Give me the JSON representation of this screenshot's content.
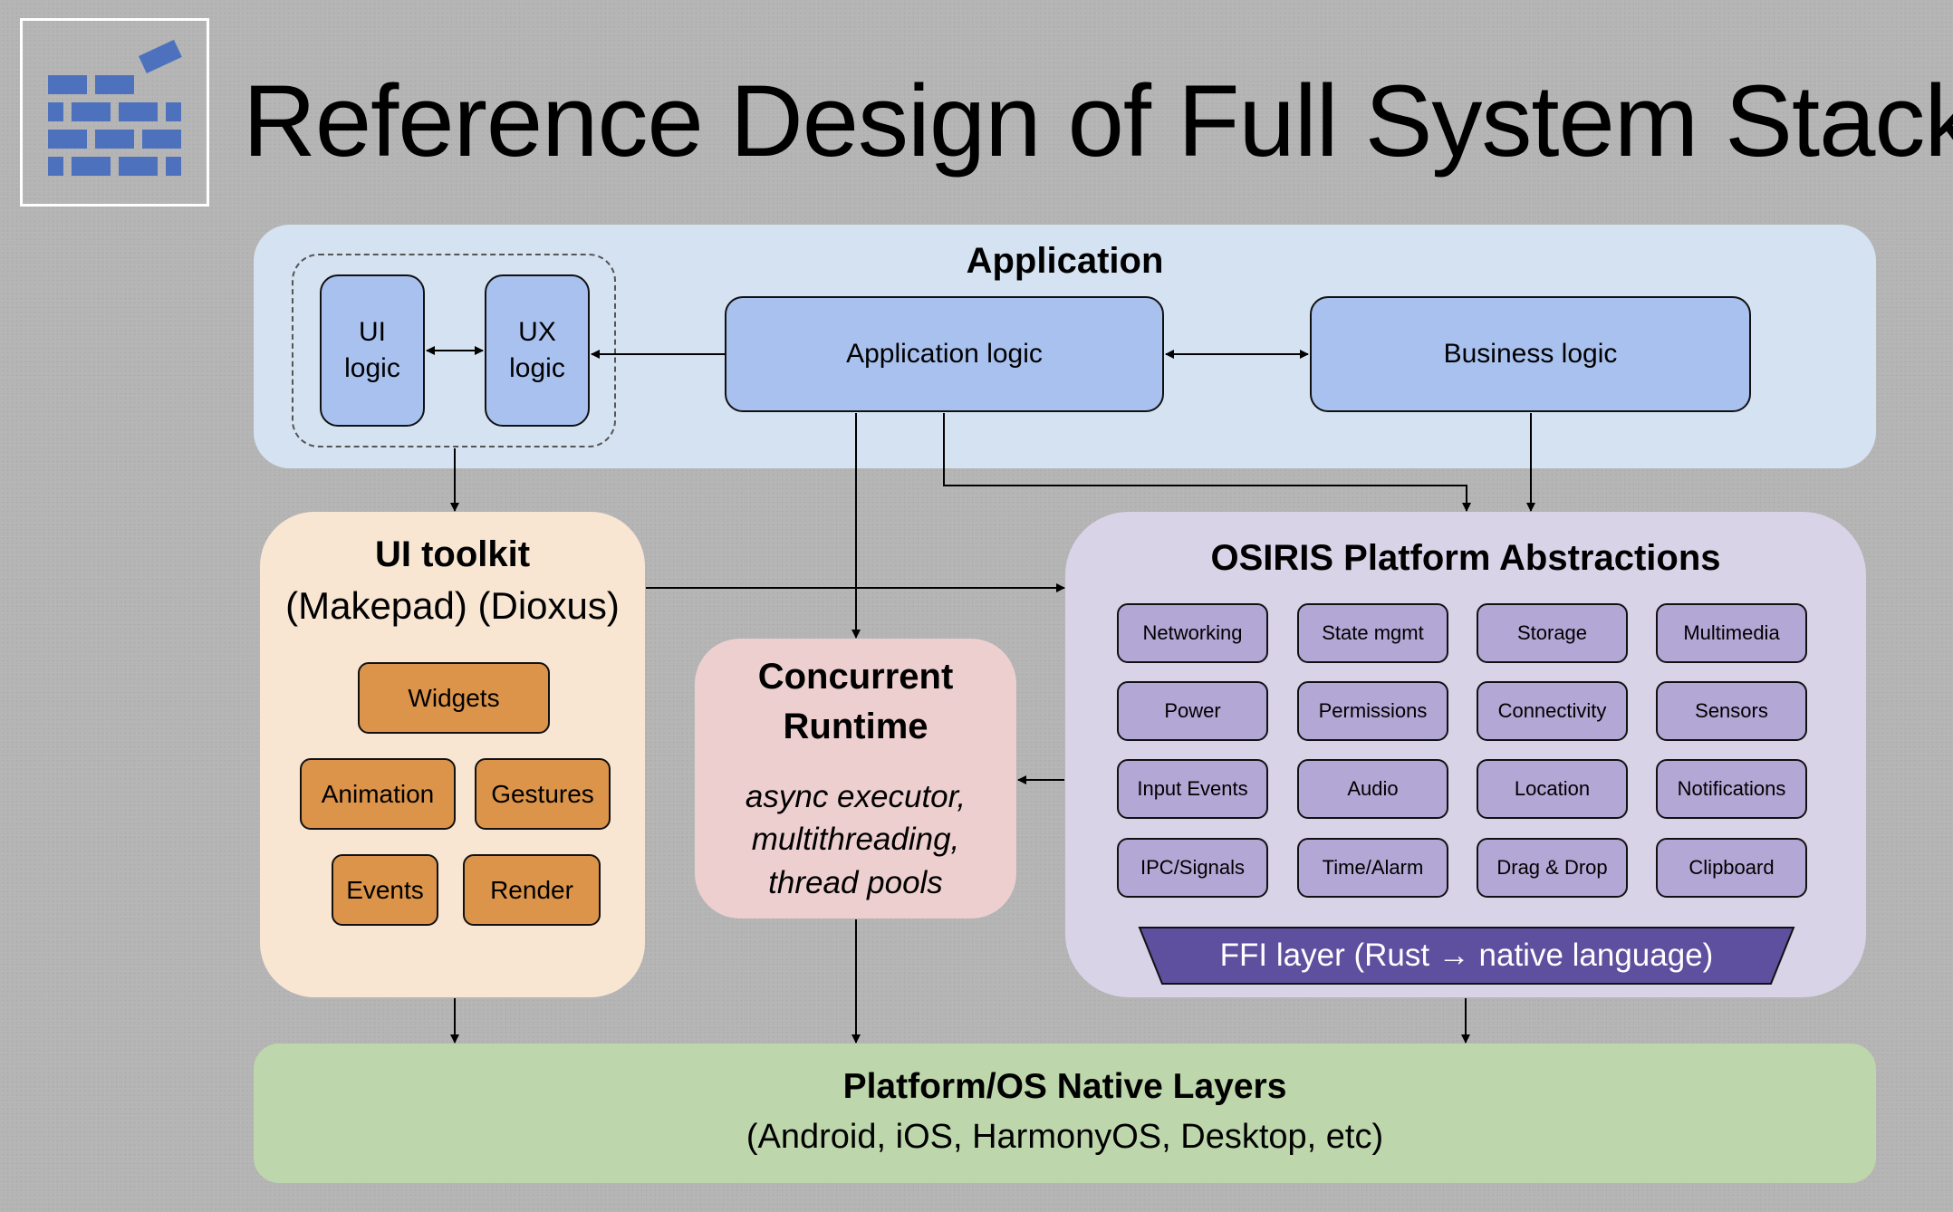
{
  "title": "Reference Design of Full System Stack",
  "logo": {
    "icon": "brick-wall-icon",
    "color": "#4e71be"
  },
  "application": {
    "label": "Application",
    "ui_logic": "UI logic",
    "ux_logic": "UX logic",
    "app_logic": "Application logic",
    "business_logic": "Business logic"
  },
  "ui_toolkit": {
    "title": "UI toolkit",
    "subtitle": "(Makepad) (Dioxus)",
    "items": [
      "Widgets",
      "Animation",
      "Gestures",
      "Events",
      "Render"
    ]
  },
  "runtime": {
    "title": "Concurrent Runtime",
    "description": "async executor, multithreading, thread pools"
  },
  "osiris": {
    "title": "OSIRIS Platform Abstractions",
    "items": [
      "Networking",
      "State mgmt",
      "Storage",
      "Multimedia",
      "Power",
      "Permissions",
      "Connectivity",
      "Sensors",
      "Input Events",
      "Audio",
      "Location",
      "Notifications",
      "IPC/Signals",
      "Time/Alarm",
      "Drag & Drop",
      "Clipboard"
    ],
    "ffi_label": "FFI layer (Rust → native language)"
  },
  "platform": {
    "title": "Platform/OS Native Layers",
    "subtitle": "(Android, iOS, HarmonyOS, Desktop, etc)"
  },
  "colors": {
    "background": "#b4b4b4",
    "application": "#d5e2f1",
    "app_box": "#a9c1ee",
    "ui_toolkit": "#f8e6d3",
    "ui_item": "#db944a",
    "runtime": "#eecfcf",
    "osiris": "#d9d3e8",
    "osiris_item": "#b2a7d5",
    "ffi": "#5f4f9f",
    "platform": "#bdd6ab"
  }
}
